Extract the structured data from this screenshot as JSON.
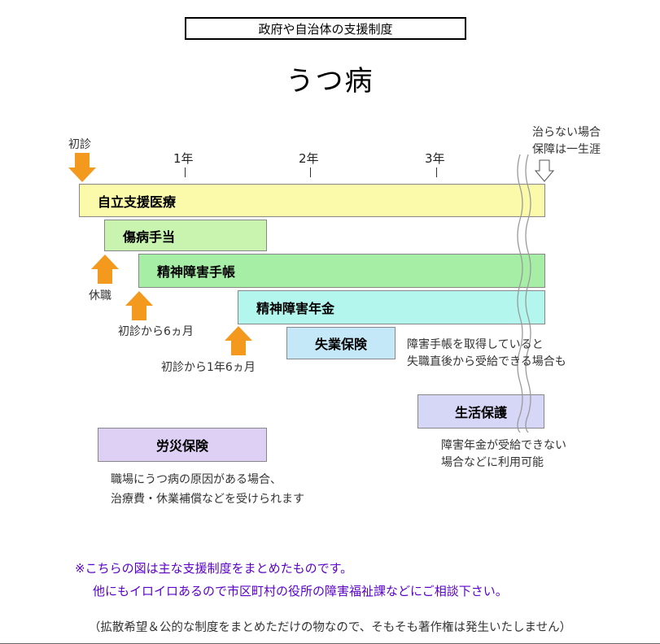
{
  "header": {
    "box": "政府や自治体の支援制度",
    "title": "うつ病"
  },
  "timeline": {
    "start_label": "初診",
    "years": [
      "1年",
      "2年",
      "3年"
    ],
    "end_label_1": "治らない場合",
    "end_label_2": "保障は一生涯"
  },
  "bars": {
    "jiritsu": "自立支援医療",
    "shobyo": "傷病手当",
    "techo": "精神障害手帳",
    "nenkin": "精神障害年金",
    "shitsugyo": "失業保険",
    "seikatsu": "生活保護",
    "rosai": "労災保険"
  },
  "labels": {
    "kyushoku": "休職",
    "six_months": "初診から6ヵ月",
    "one_half_year": "初診から1年6ヵ月"
  },
  "notes": {
    "shitsugyo_1": "障害手帳を取得していると",
    "shitsugyo_2": "失職直後から受給できる場合も",
    "seikatsu_1": "障害年金が受給できない",
    "seikatsu_2": "場合などに利用可能",
    "rosai_1": "職場にうつ病の原因がある場合、",
    "rosai_2": "治療費・休業補償などを受けられます"
  },
  "remarks": {
    "line1": "※こちらの図は主な支援制度をまとめたものです。",
    "line2": "他にもイロイロあるので市区町村の役所の障害福祉課などにご相談下さい。"
  },
  "footer": "（拡散希望＆公的な制度をまとめただけの物なので、そもそも著作権は発生いたしません）",
  "colors": {
    "arrow": "#f39a1e",
    "jiritsu": "#fafaaa",
    "shobyo": "#c8f4b0",
    "techo": "#a6eea6",
    "nenkin": "#b2f6ee",
    "shitsugyo": "#c4e8f8",
    "seikatsu": "#d6d6f6",
    "rosai": "#ddd0f4",
    "remark": "#5a00c8"
  }
}
